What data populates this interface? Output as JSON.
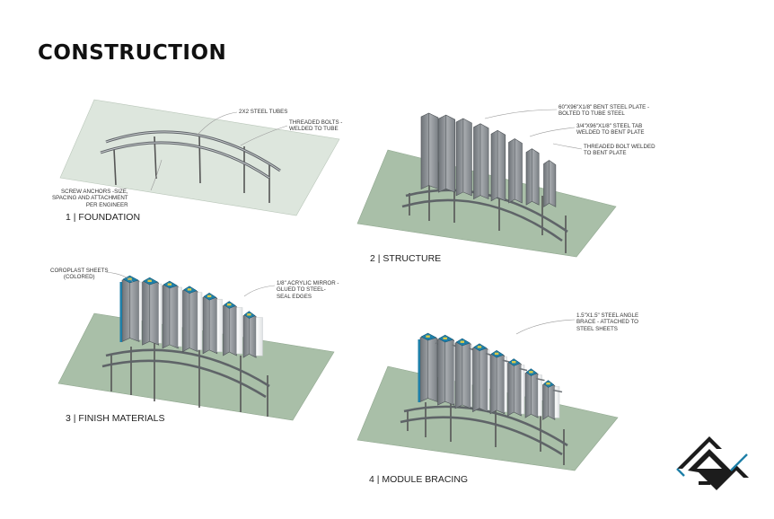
{
  "title": "CONSTRUCTION",
  "panels": [
    {
      "caption": "1 | FOUNDATION",
      "notes": [
        "2x2 STEEL TUBES",
        "THREADED BOLTS -\nWELDED TO TUBE",
        "SCREW ANCHORS -SIZE,\nSPACING AND ATTACHMENT\nPER ENGINEER"
      ]
    },
    {
      "caption": "2 | STRUCTURE",
      "notes": [
        "60\"x96\"x1/8\" BENT STEEL PLATE -\nBOLTED TO TUBE STEEL",
        "3/4\"x96\"x1/8\" STEEL TAB\nWELDED TO BENT PLATE",
        "THREADED BOLT WELDED\nTO BENT PLATE"
      ]
    },
    {
      "caption": "3 | FINISH MATERIALS",
      "notes": [
        "COROPLAST SHEETS\n(COLORED)",
        "1/8\" ACRYLIC MIRROR -\nGLUED TO STEEL-\nSEAL EDGES"
      ]
    },
    {
      "caption": "4 | MODULE BRACING",
      "notes": [
        "1.5\"x1.5\" STEEL ANGLE\nBRACE - ATTACHED TO\nSTEEL SHEETS"
      ]
    }
  ],
  "colors": {
    "ground_panel1": "#dde6dd",
    "ground": "#a9bfa8",
    "steel": "#8a8f94",
    "steel_light": "#b4b8bc",
    "coroplast": "#1e7fa8",
    "mirror": "#f4f4f4",
    "brace": "#d9c948"
  },
  "logo": "logo-mark-icon"
}
